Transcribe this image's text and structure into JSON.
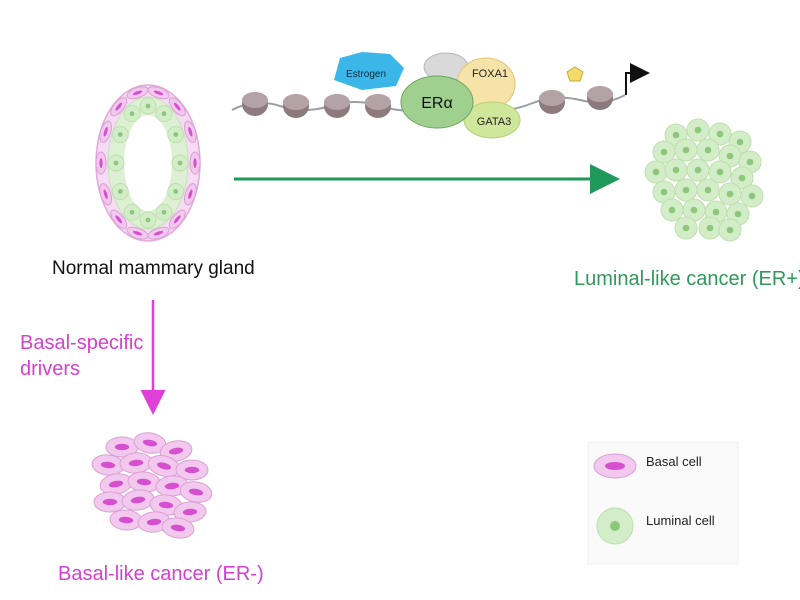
{
  "labels": {
    "normal_gland": "Normal mammary gland",
    "luminal_cancer": "Luminal-like cancer (ER+)",
    "basal_cancer": "Basal-like cancer (ER-)",
    "basal_drivers_line1": "Basal-specific",
    "basal_drivers_line2": "drivers"
  },
  "chromatin_factors": {
    "estrogen": "Estrogen",
    "er_alpha": "ERα",
    "foxa1": "FOXA1",
    "gata3": "GATA3"
  },
  "legend": {
    "basal_cell": "Basal cell",
    "luminal_cell": "Luminal cell"
  },
  "colors": {
    "basal_pink": "#f3c8ef",
    "basal_nucleus": "#d64fce",
    "luminal_green": "#d3edc8",
    "luminal_nucleus": "#8cc77c",
    "arrow_green": "#1f9a5a",
    "arrow_magenta": "#e040d8",
    "estrogen_blue": "#3bb6e8",
    "er_alpha_green": "#9fd08f",
    "foxa1_yellow": "#f6e3a8",
    "gata3_green": "#cfe79a",
    "nucleosome": "#8d7a7e",
    "dna_line": "#9aa0a6"
  }
}
